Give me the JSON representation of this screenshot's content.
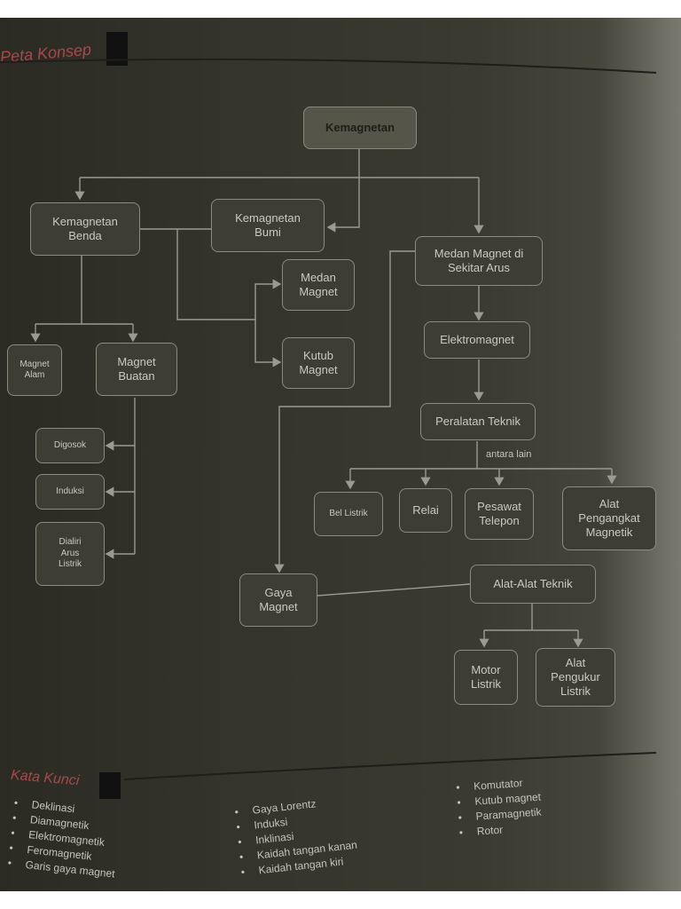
{
  "header": {
    "title": "Peta Konsep"
  },
  "nodes": {
    "root": "Kemagnetan",
    "kemagnetan_benda": "Kemagnetan\nBenda",
    "kemagnetan_bumi": "Kemagnetan\nBumi",
    "medan_magnet_arus": "Medan Magnet di\nSekitar Arus",
    "medan_magnet": "Medan\nMagnet",
    "kutub_magnet": "Kutub\nMagnet",
    "magnet_alam": "Magnet\nAlam",
    "magnet_buatan": "Magnet\nBuatan",
    "elektromagnet": "Elektromagnet",
    "peralatan_teknik": "Peralatan Teknik",
    "digosok": "Digosok",
    "induksi": "Induksi",
    "dialiri_arus": "Dialiri\nArus\nListrik",
    "bel_listrik": "Bel Listrik",
    "relai": "Relai",
    "pesawat_telepon": "Pesawat\nTelepon",
    "alat_pengangkat": "Alat\nPengangkat\nMagnetik",
    "gaya_magnet": "Gaya\nMagnet",
    "alat_alat_teknik": "Alat-Alat Teknik",
    "motor_listrik": "Motor\nListrik",
    "alat_pengukur": "Alat\nPengukur\nListrik"
  },
  "edge_labels": {
    "antara_lain": "antara lain"
  },
  "kata_kunci": {
    "title": "Kata Kunci",
    "col1": [
      "Deklinasi",
      "Diamagnetik",
      "Elektromagnetik",
      "Feromagnetik",
      "Garis gaya magnet"
    ],
    "col2": [
      "Gaya Lorentz",
      "Induksi",
      "Inklinasi",
      "Kaidah tangan kanan",
      "Kaidah tangan kiri"
    ],
    "col3": [
      "Komutator",
      "Kutub magnet",
      "Paramagnetik",
      "Rotor"
    ]
  },
  "colors": {
    "heading": "#a8484a",
    "line": "#9a9a8e",
    "box_border": "#8a8a7e"
  }
}
